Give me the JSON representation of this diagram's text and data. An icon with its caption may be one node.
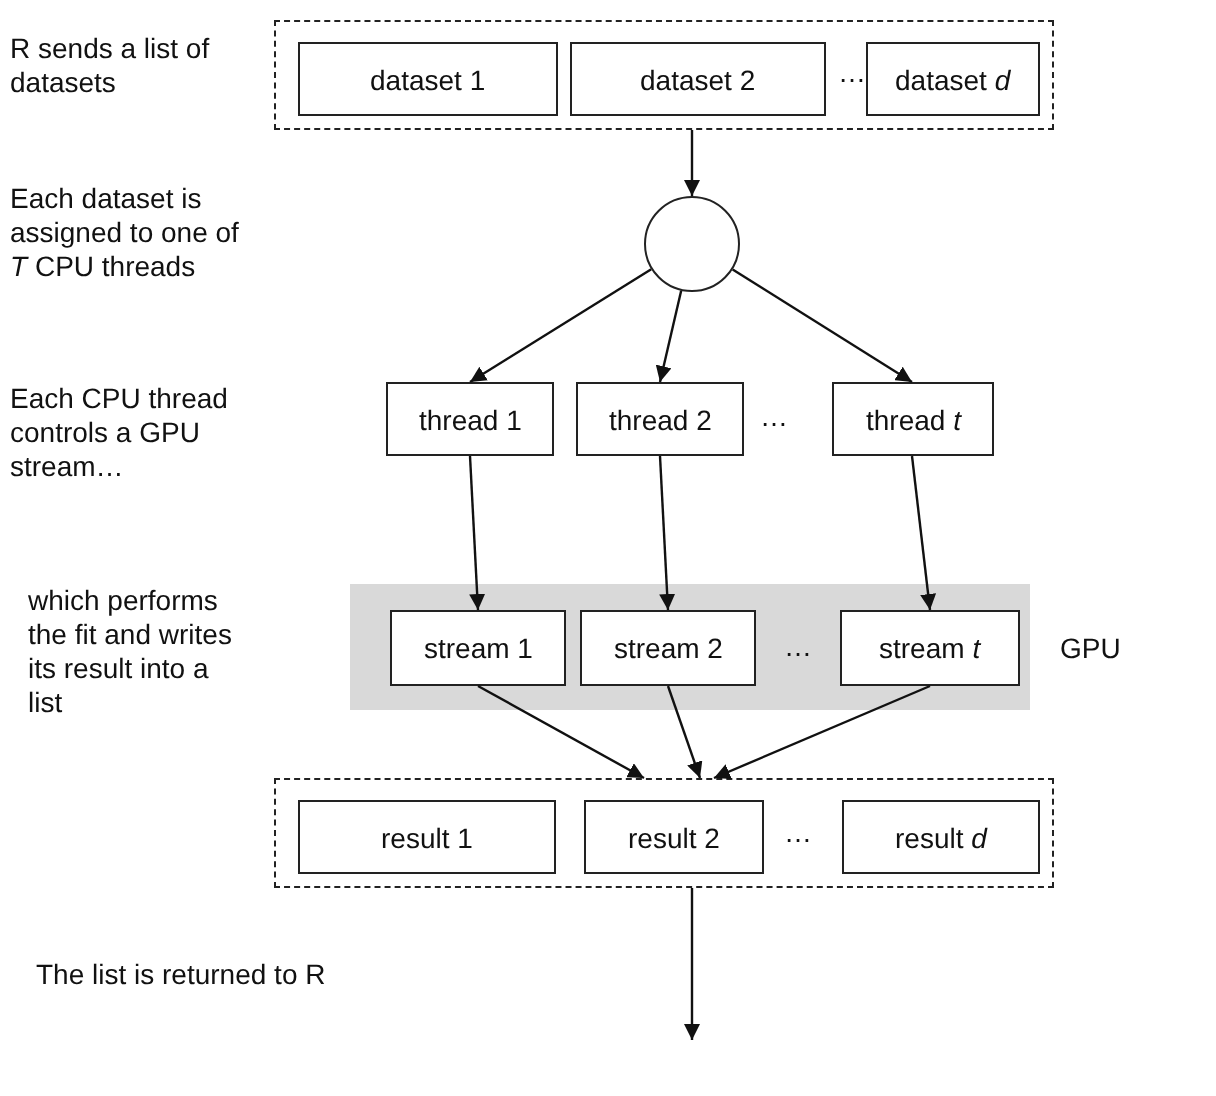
{
  "diagram": {
    "nodes": [
      {
        "text": [],
        "shape": "box"
      },
      {
        "text": [
          "dataset 1"
        ],
        "in": 0
      },
      {
        "text": [
          "dataset 2"
        ],
        "in": 0
      },
      {
        "text": [
          "dataset *d*"
        ],
        "in": 0
      },
      {
        "text": [],
        "shape": "circle"
      },
      {
        "text": [
          "thread 1"
        ]
      },
      {
        "text": [
          "thread 2"
        ]
      },
      {
        "text": [
          "thread *t*"
        ]
      },
      {
        "text": [
          "GPU"
        ]
      },
      {
        "text": [
          "stream 1"
        ],
        "in": 8
      },
      {
        "text": [
          "stream 2"
        ],
        "in": 8
      },
      {
        "text": [
          "stream *t*"
        ],
        "in": 8
      },
      {
        "text": [],
        "shape": "box"
      },
      {
        "text": [
          "result 1"
        ],
        "in": 12
      },
      {
        "text": [
          "result 2"
        ],
        "in": 12
      },
      {
        "text": [
          "result *d*"
        ],
        "in": 12
      }
    ],
    "edges": [
      {
        "from": 0,
        "to": 4,
        "arrow": "to"
      },
      {
        "from": 4,
        "to": 5,
        "arrow": "to"
      },
      {
        "from": 4,
        "to": 6,
        "arrow": "to"
      },
      {
        "from": 4,
        "to": 7,
        "arrow": "to"
      },
      {
        "from": 5,
        "to": 9,
        "arrow": "to"
      },
      {
        "from": 6,
        "to": 10,
        "arrow": "to"
      },
      {
        "from": 7,
        "to": 11,
        "arrow": "to"
      },
      {
        "from": 9,
        "to": 12,
        "arrow": "to"
      },
      {
        "from": 10,
        "to": 12,
        "arrow": "to"
      },
      {
        "from": 11,
        "to": 12,
        "arrow": "to"
      },
      {
        "from": 12,
        "to": null,
        "arrow": "to"
      }
    ],
    "labels": [
      "R sends a list of datasets",
      "…",
      "Each dataset is assigned to one of *T* CPU threads",
      "Each CPU thread controls a GPU stream…",
      "…",
      "which performs the fit and writes its result into a list",
      "…",
      "…",
      "The list is returned to R"
    ]
  }
}
